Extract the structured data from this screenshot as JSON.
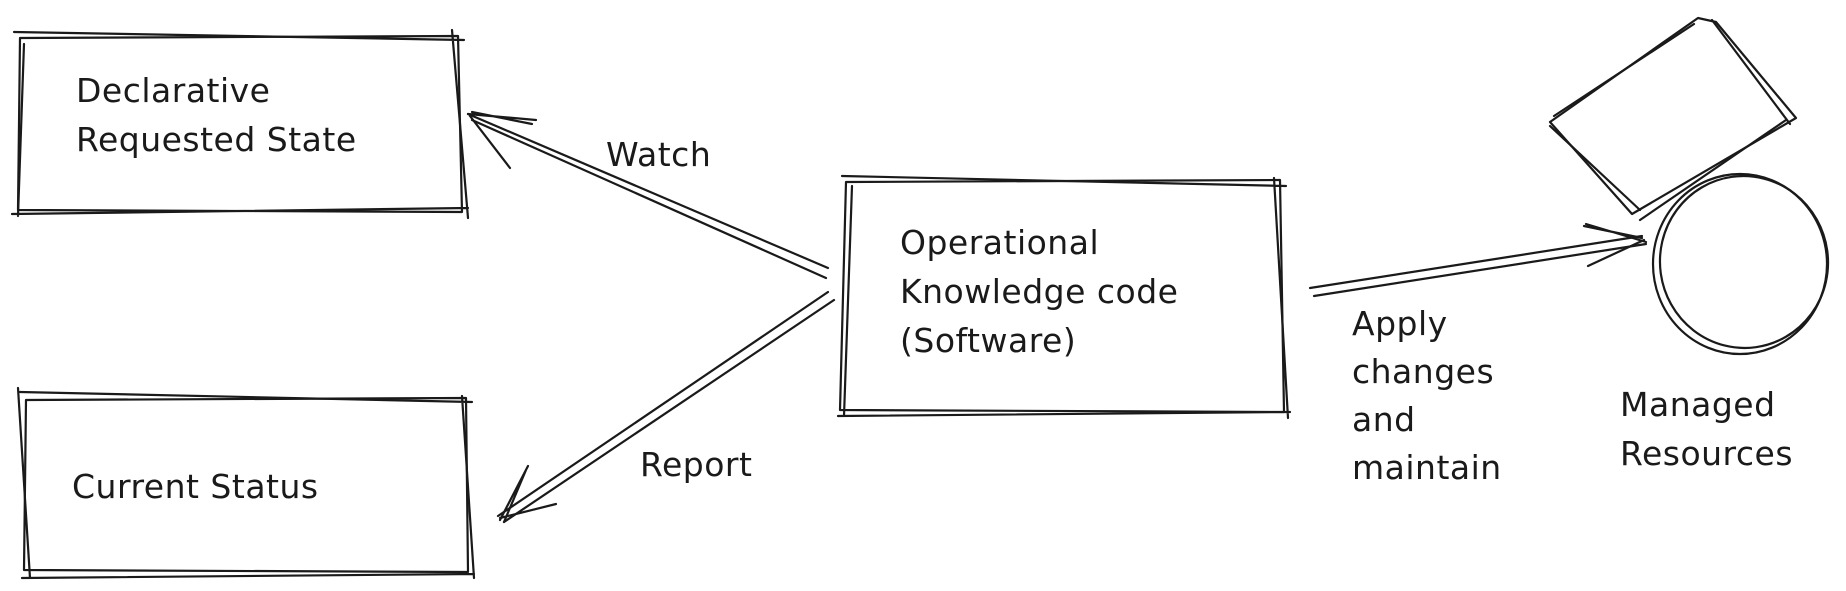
{
  "diagram": {
    "boxes": {
      "declarative_state": "Declarative\nRequested State",
      "current_status": "Current Status",
      "operational_code": "Operational\nKnowledge code\n(Software)"
    },
    "edge_labels": {
      "watch": "Watch",
      "report": "Report",
      "apply": "Apply\nchanges\nand\nmaintain"
    },
    "resources_label": "Managed\nResources"
  }
}
